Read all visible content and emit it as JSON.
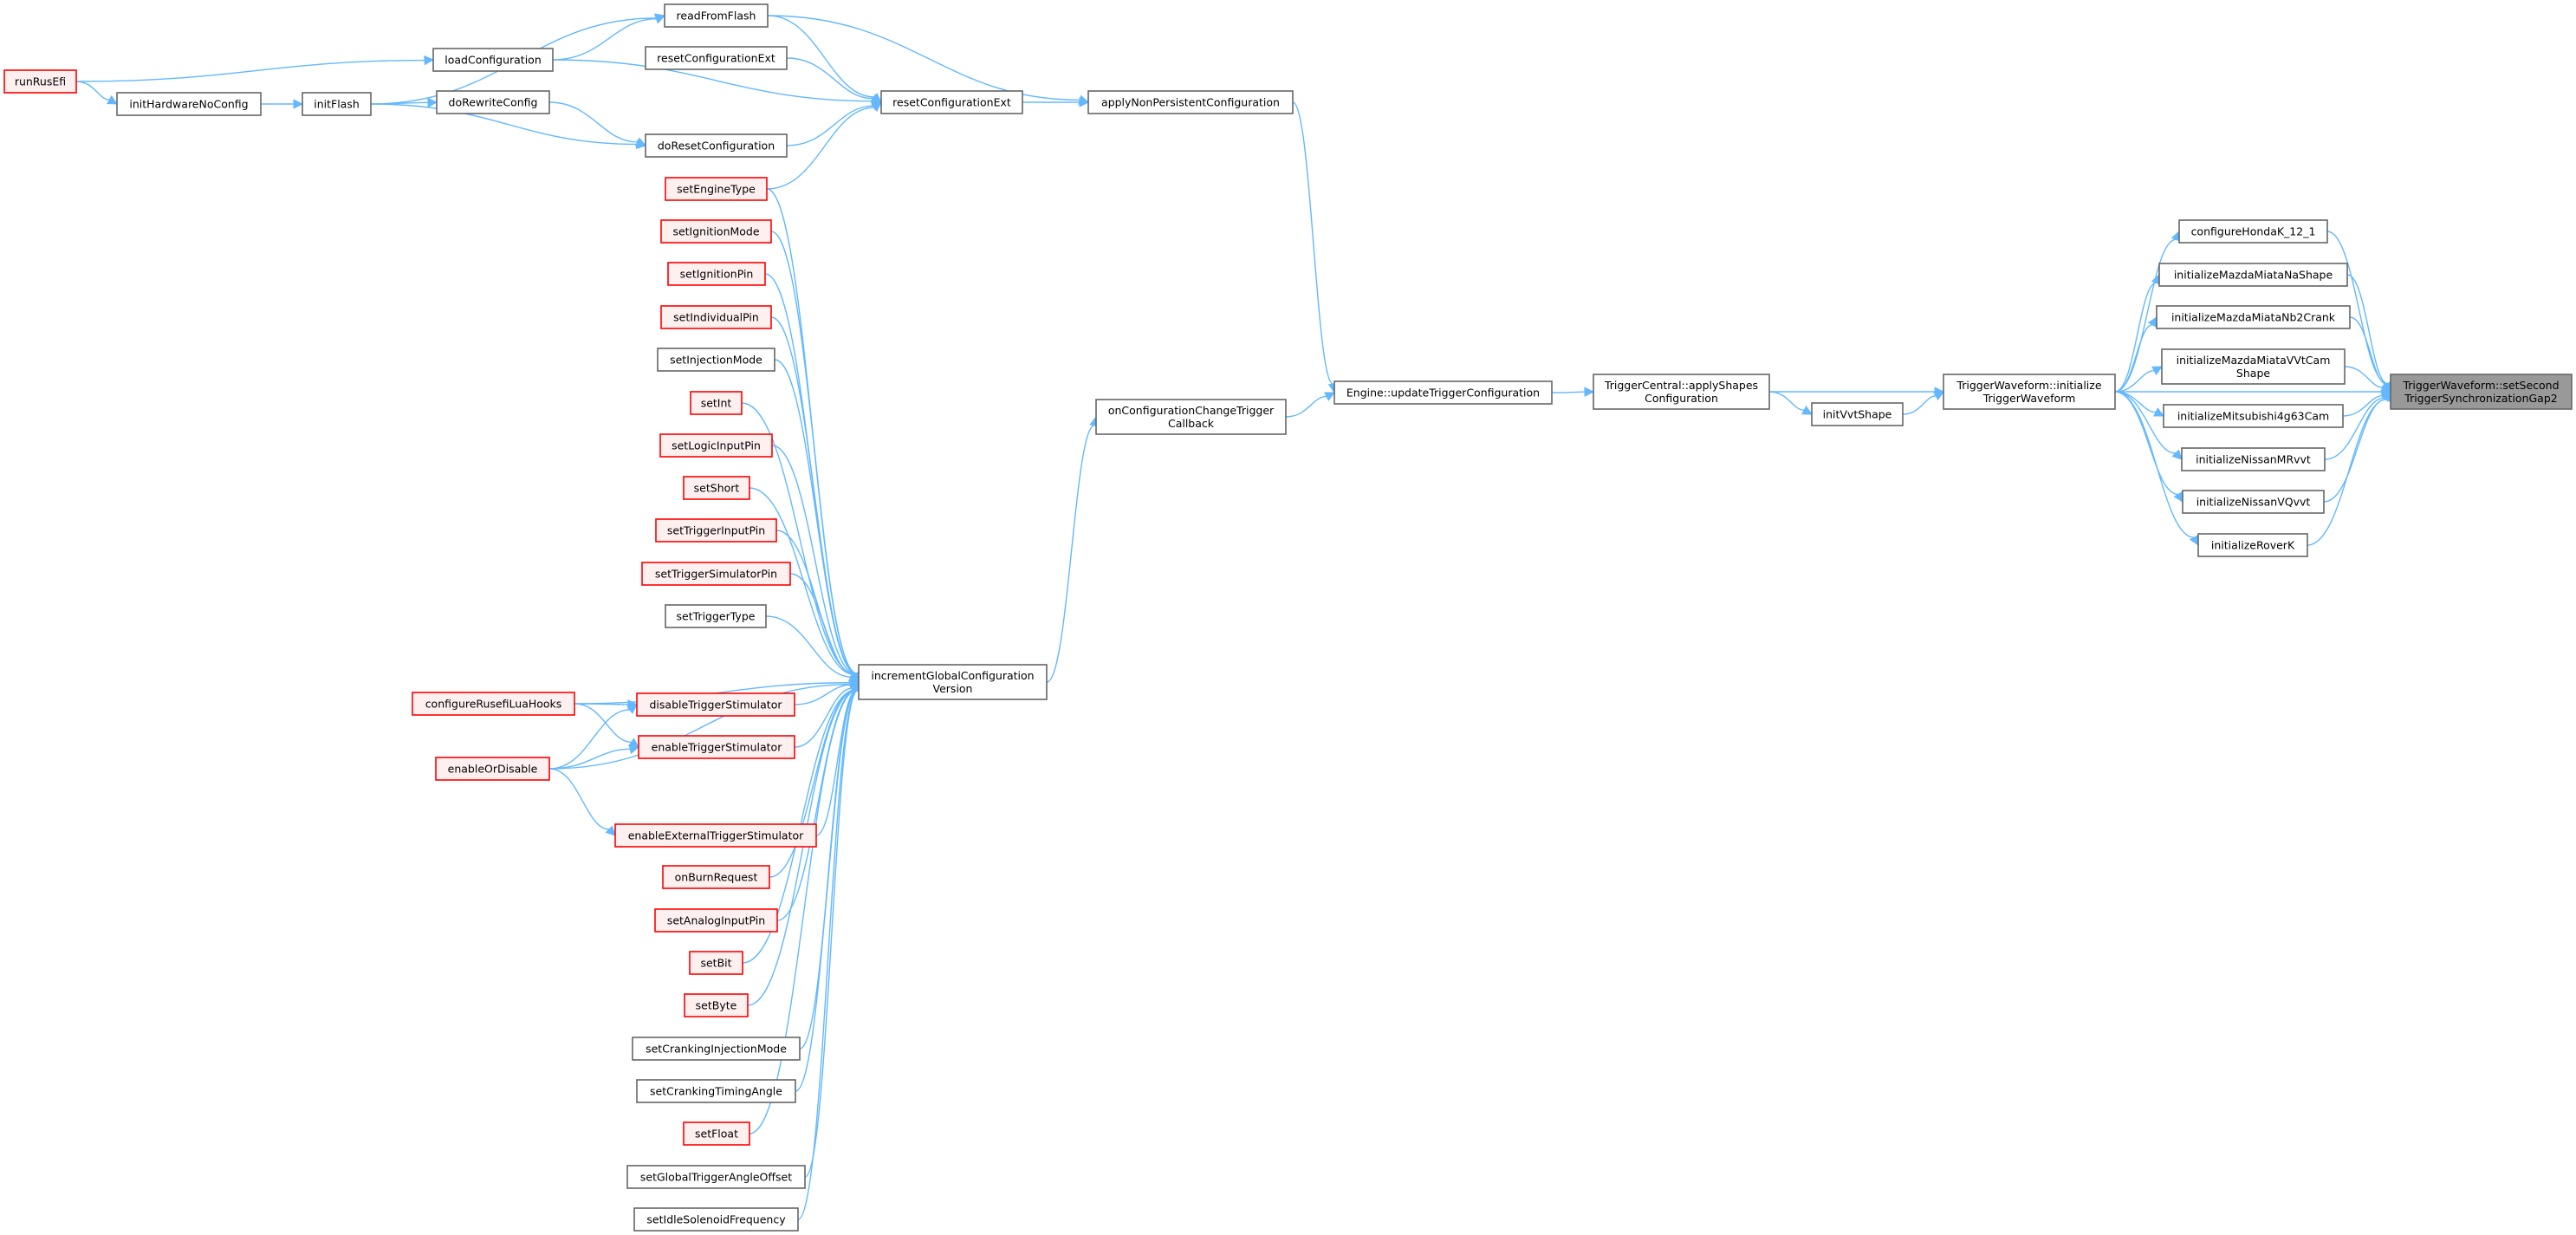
{
  "diagram": {
    "type": "call-graph",
    "colors": {
      "edge": "#63b8ff",
      "root_fill": "#999999",
      "red_border": "#ff0000",
      "red_fill": "#fff0f0",
      "normal_border": "#666666"
    },
    "nodes": [
      {
        "id": "runRusEfi",
        "lines": [
          "runRusEfi"
        ],
        "style": "red"
      },
      {
        "id": "initHardwareNoConfig",
        "lines": [
          "initHardwareNoConfig"
        ],
        "style": "normal"
      },
      {
        "id": "initFlash",
        "lines": [
          "initFlash"
        ],
        "style": "normal"
      },
      {
        "id": "loadConfiguration",
        "lines": [
          "loadConfiguration"
        ],
        "style": "normal"
      },
      {
        "id": "doRewriteConfig",
        "lines": [
          "doRewriteConfig"
        ],
        "style": "normal"
      },
      {
        "id": "readFromFlash",
        "lines": [
          "readFromFlash"
        ],
        "style": "normal"
      },
      {
        "id": "resetConfigurationExtA",
        "lines": [
          "resetConfigurationExt"
        ],
        "style": "normal"
      },
      {
        "id": "doResetConfiguration",
        "lines": [
          "doResetConfiguration"
        ],
        "style": "normal"
      },
      {
        "id": "resetConfigurationExtB",
        "lines": [
          "resetConfigurationExt"
        ],
        "style": "normal"
      },
      {
        "id": "applyNonPersistentConfiguration",
        "lines": [
          "applyNonPersistentConfiguration"
        ],
        "style": "normal"
      },
      {
        "id": "setEngineType",
        "lines": [
          "setEngineType"
        ],
        "style": "red"
      },
      {
        "id": "setIgnitionMode",
        "lines": [
          "setIgnitionMode"
        ],
        "style": "red"
      },
      {
        "id": "setIgnitionPin",
        "lines": [
          "setIgnitionPin"
        ],
        "style": "red"
      },
      {
        "id": "setIndividualPin",
        "lines": [
          "setIndividualPin"
        ],
        "style": "red"
      },
      {
        "id": "setInjectionMode",
        "lines": [
          "setInjectionMode"
        ],
        "style": "normal"
      },
      {
        "id": "setInt",
        "lines": [
          "setInt"
        ],
        "style": "red"
      },
      {
        "id": "setLogicInputPin",
        "lines": [
          "setLogicInputPin"
        ],
        "style": "red"
      },
      {
        "id": "setShort",
        "lines": [
          "setShort"
        ],
        "style": "red"
      },
      {
        "id": "setTriggerInputPin",
        "lines": [
          "setTriggerInputPin"
        ],
        "style": "red"
      },
      {
        "id": "setTriggerSimulatorPin",
        "lines": [
          "setTriggerSimulatorPin"
        ],
        "style": "red"
      },
      {
        "id": "setTriggerType",
        "lines": [
          "setTriggerType"
        ],
        "style": "normal"
      },
      {
        "id": "configureRusefiLuaHooks",
        "lines": [
          "configureRusefiLuaHooks"
        ],
        "style": "red"
      },
      {
        "id": "disableTriggerStimulator",
        "lines": [
          "disableTriggerStimulator"
        ],
        "style": "red"
      },
      {
        "id": "enableOrDisable",
        "lines": [
          "enableOrDisable"
        ],
        "style": "red"
      },
      {
        "id": "enableTriggerStimulator",
        "lines": [
          "enableTriggerStimulator"
        ],
        "style": "red"
      },
      {
        "id": "enableExternalTriggerStimulator",
        "lines": [
          "enableExternalTriggerStimulator"
        ],
        "style": "red"
      },
      {
        "id": "onBurnRequest",
        "lines": [
          "onBurnRequest"
        ],
        "style": "red"
      },
      {
        "id": "setAnalogInputPin",
        "lines": [
          "setAnalogInputPin"
        ],
        "style": "red"
      },
      {
        "id": "setBit",
        "lines": [
          "setBit"
        ],
        "style": "red"
      },
      {
        "id": "setByte",
        "lines": [
          "setByte"
        ],
        "style": "red"
      },
      {
        "id": "setCrankingInjectionMode",
        "lines": [
          "setCrankingInjectionMode"
        ],
        "style": "normal"
      },
      {
        "id": "setCrankingTimingAngle",
        "lines": [
          "setCrankingTimingAngle"
        ],
        "style": "normal"
      },
      {
        "id": "setFloat",
        "lines": [
          "setFloat"
        ],
        "style": "red"
      },
      {
        "id": "setGlobalTriggerAngleOffset",
        "lines": [
          "setGlobalTriggerAngleOffset"
        ],
        "style": "normal"
      },
      {
        "id": "setIdleSolenoidFrequency",
        "lines": [
          "setIdleSolenoidFrequency"
        ],
        "style": "normal"
      },
      {
        "id": "incrementGlobalConfigurationVersion",
        "lines": [
          "incrementGlobalConfiguration",
          "Version"
        ],
        "style": "normal"
      },
      {
        "id": "onConfigurationChangeTriggerCallback",
        "lines": [
          "onConfigurationChangeTrigger",
          "Callback"
        ],
        "style": "normal"
      },
      {
        "id": "engineUpdateTriggerConfiguration",
        "lines": [
          "Engine::updateTriggerConfiguration"
        ],
        "style": "normal"
      },
      {
        "id": "triggerCentralApplyShapes",
        "lines": [
          "TriggerCentral::applyShapes",
          "Configuration"
        ],
        "style": "normal"
      },
      {
        "id": "initVvtShape",
        "lines": [
          "initVvtShape"
        ],
        "style": "normal"
      },
      {
        "id": "triggerWaveformInitialize",
        "lines": [
          "TriggerWaveform::initialize",
          "TriggerWaveform"
        ],
        "style": "normal"
      },
      {
        "id": "configureHondaK_12_1",
        "lines": [
          "configureHondaK_12_1"
        ],
        "style": "normal"
      },
      {
        "id": "initializeMazdaMiataNaShape",
        "lines": [
          "initializeMazdaMiataNaShape"
        ],
        "style": "normal"
      },
      {
        "id": "initializeMazdaMiataNb2Crank",
        "lines": [
          "initializeMazdaMiataNb2Crank"
        ],
        "style": "normal"
      },
      {
        "id": "initializeMazdaMiataVVtCamShape",
        "lines": [
          "initializeMazdaMiataVVtCam",
          "Shape"
        ],
        "style": "normal"
      },
      {
        "id": "initializeMitsubishi4g63Cam",
        "lines": [
          "initializeMitsubishi4g63Cam"
        ],
        "style": "normal"
      },
      {
        "id": "initializeNissanMRvvt",
        "lines": [
          "initializeNissanMRvvt"
        ],
        "style": "normal"
      },
      {
        "id": "initializeNissanVQvvt",
        "lines": [
          "initializeNissanVQvvt"
        ],
        "style": "normal"
      },
      {
        "id": "initializeRoverK",
        "lines": [
          "initializeRoverK"
        ],
        "style": "normal"
      },
      {
        "id": "root",
        "lines": [
          "TriggerWaveform::setSecond",
          "TriggerSynchronizationGap2"
        ],
        "style": "root"
      }
    ],
    "edges": [
      [
        "runRusEfi",
        "loadConfiguration"
      ],
      [
        "runRusEfi",
        "initHardwareNoConfig"
      ],
      [
        "initHardwareNoConfig",
        "initFlash"
      ],
      [
        "initFlash",
        "readFromFlash"
      ],
      [
        "initFlash",
        "doRewriteConfig"
      ],
      [
        "initFlash",
        "doResetConfiguration"
      ],
      [
        "loadConfiguration",
        "readFromFlash"
      ],
      [
        "loadConfiguration",
        "resetConfigurationExtB"
      ],
      [
        "readFromFlash",
        "resetConfigurationExtB"
      ],
      [
        "readFromFlash",
        "applyNonPersistentConfiguration"
      ],
      [
        "resetConfigurationExtA",
        "resetConfigurationExtB"
      ],
      [
        "doRewriteConfig",
        "doResetConfiguration"
      ],
      [
        "doResetConfiguration",
        "resetConfigurationExtB"
      ],
      [
        "setEngineType",
        "resetConfigurationExtB"
      ],
      [
        "resetConfigurationExtB",
        "applyNonPersistentConfiguration"
      ],
      [
        "applyNonPersistentConfiguration",
        "engineUpdateTriggerConfiguration"
      ],
      [
        "setEngineType",
        "incrementGlobalConfigurationVersion"
      ],
      [
        "setIgnitionMode",
        "incrementGlobalConfigurationVersion"
      ],
      [
        "setIgnitionPin",
        "incrementGlobalConfigurationVersion"
      ],
      [
        "setIndividualPin",
        "incrementGlobalConfigurationVersion"
      ],
      [
        "setInjectionMode",
        "incrementGlobalConfigurationVersion"
      ],
      [
        "setInt",
        "incrementGlobalConfigurationVersion"
      ],
      [
        "setLogicInputPin",
        "incrementGlobalConfigurationVersion"
      ],
      [
        "setShort",
        "incrementGlobalConfigurationVersion"
      ],
      [
        "setTriggerInputPin",
        "incrementGlobalConfigurationVersion"
      ],
      [
        "setTriggerSimulatorPin",
        "incrementGlobalConfigurationVersion"
      ],
      [
        "setTriggerType",
        "incrementGlobalConfigurationVersion"
      ],
      [
        "configureRusefiLuaHooks",
        "incrementGlobalConfigurationVersion"
      ],
      [
        "configureRusefiLuaHooks",
        "disableTriggerStimulator"
      ],
      [
        "configureRusefiLuaHooks",
        "enableTriggerStimulator"
      ],
      [
        "disableTriggerStimulator",
        "incrementGlobalConfigurationVersion"
      ],
      [
        "enableOrDisable",
        "disableTriggerStimulator"
      ],
      [
        "enableOrDisable",
        "enableTriggerStimulator"
      ],
      [
        "enableOrDisable",
        "incrementGlobalConfigurationVersion"
      ],
      [
        "enableOrDisable",
        "enableExternalTriggerStimulator"
      ],
      [
        "enableTriggerStimulator",
        "incrementGlobalConfigurationVersion"
      ],
      [
        "enableExternalTriggerStimulator",
        "incrementGlobalConfigurationVersion"
      ],
      [
        "onBurnRequest",
        "incrementGlobalConfigurationVersion"
      ],
      [
        "setAnalogInputPin",
        "incrementGlobalConfigurationVersion"
      ],
      [
        "setBit",
        "incrementGlobalConfigurationVersion"
      ],
      [
        "setByte",
        "incrementGlobalConfigurationVersion"
      ],
      [
        "setCrankingInjectionMode",
        "incrementGlobalConfigurationVersion"
      ],
      [
        "setCrankingTimingAngle",
        "incrementGlobalConfigurationVersion"
      ],
      [
        "setFloat",
        "incrementGlobalConfigurationVersion"
      ],
      [
        "setGlobalTriggerAngleOffset",
        "incrementGlobalConfigurationVersion"
      ],
      [
        "setIdleSolenoidFrequency",
        "incrementGlobalConfigurationVersion"
      ],
      [
        "incrementGlobalConfigurationVersion",
        "onConfigurationChangeTriggerCallback"
      ],
      [
        "onConfigurationChangeTriggerCallback",
        "engineUpdateTriggerConfiguration"
      ],
      [
        "engineUpdateTriggerConfiguration",
        "triggerCentralApplyShapes"
      ],
      [
        "triggerCentralApplyShapes",
        "triggerWaveformInitialize"
      ],
      [
        "triggerCentralApplyShapes",
        "initVvtShape"
      ],
      [
        "initVvtShape",
        "triggerWaveformInitialize"
      ],
      [
        "triggerWaveformInitialize",
        "configureHondaK_12_1"
      ],
      [
        "triggerWaveformInitialize",
        "initializeMazdaMiataNaShape"
      ],
      [
        "triggerWaveformInitialize",
        "initializeMazdaMiataNb2Crank"
      ],
      [
        "triggerWaveformInitialize",
        "initializeMazdaMiataVVtCamShape"
      ],
      [
        "triggerWaveformInitialize",
        "initializeMitsubishi4g63Cam"
      ],
      [
        "triggerWaveformInitialize",
        "initializeNissanMRvvt"
      ],
      [
        "triggerWaveformInitialize",
        "initializeNissanVQvvt"
      ],
      [
        "triggerWaveformInitialize",
        "initializeRoverK"
      ],
      [
        "triggerWaveformInitialize",
        "root"
      ],
      [
        "configureHondaK_12_1",
        "root"
      ],
      [
        "initializeMazdaMiataNaShape",
        "root"
      ],
      [
        "initializeMazdaMiataNb2Crank",
        "root"
      ],
      [
        "initializeMazdaMiataVVtCamShape",
        "root"
      ],
      [
        "initializeMitsubishi4g63Cam",
        "root"
      ],
      [
        "initializeNissanMRvvt",
        "root"
      ],
      [
        "initializeNissanVQvvt",
        "root"
      ],
      [
        "initializeRoverK",
        "root"
      ]
    ]
  }
}
